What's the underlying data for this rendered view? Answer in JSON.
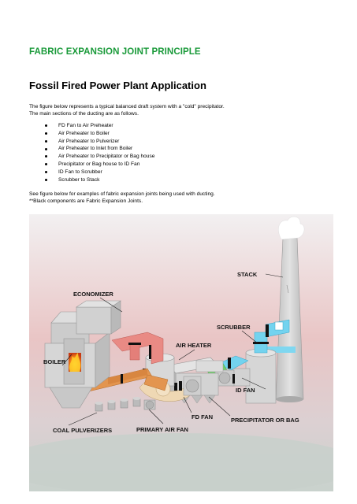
{
  "document": {
    "title": "FABRIC EXPANSION JOINT PRINCIPLE",
    "section_title": "Fossil Fired Power Plant Application",
    "intro_line1": "The figure below represents a typical balanced draft system with a \"cold\" precipitator.",
    "intro_line2": "The main sections of the ducting are as follows.",
    "list": [
      "FD Fan to Air Preheater",
      "Air Preheater to Boiler",
      "Air Preheater to Pulverizer",
      "Air Preheater to Inlet from Boiler",
      "Air Preheater to Precipitator or Bag house",
      "Precipitator or Bag house to ID Fan",
      "ID Fan to Scrubber",
      "Scrubber to Stack"
    ],
    "note_line1": "See figure below for examples of fabric expansion joints being used with ducting.",
    "note_line2": "**Black components are Fabric Expansion Joints."
  },
  "figure": {
    "labels": {
      "stack": "STACK",
      "economizer": "ECONOMIZER",
      "scrubber": "SCRUBBER",
      "air_heater": "AIR HEATER",
      "boiler": "BOILER",
      "id_fan": "ID FAN",
      "fd_fan": "FD FAN",
      "precipitator": "PRECIPITATOR OR BAG",
      "coal_pulverizers": "COAL PULVERIZERS",
      "primary_air_fan": "PRIMARY AIR FAN"
    },
    "colors": {
      "sky_top": "#f2f0f1",
      "sky_mid": "#e9c5c5",
      "ground": "#c9d2cd",
      "equipment_gray": "#cfcfcf",
      "hot_duct_red": "#e98a84",
      "orange_duct": "#e3954f",
      "tan_duct": "#efd8b4",
      "green_duct": "#6fd16a",
      "cyan_duct": "#73d3ef",
      "expansion_joint": "#111111"
    }
  }
}
